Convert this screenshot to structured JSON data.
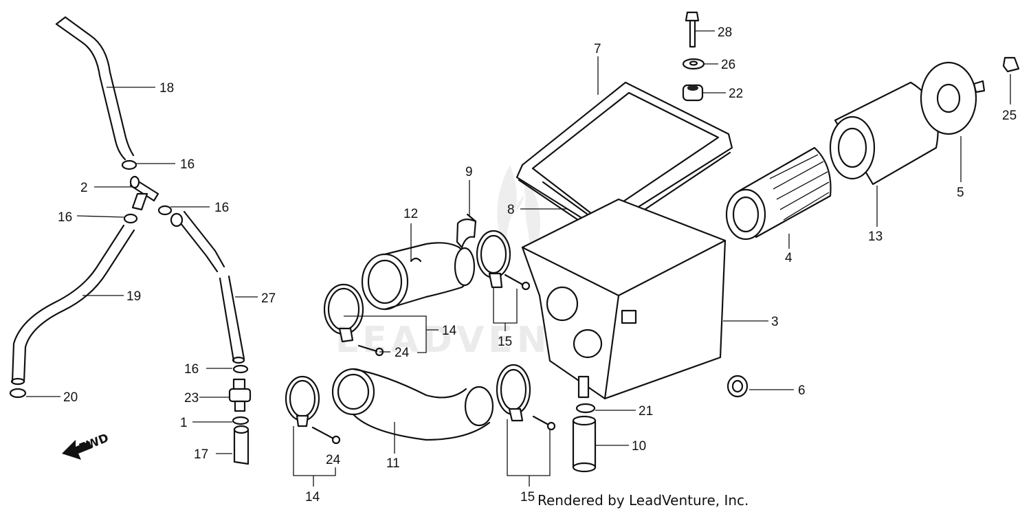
{
  "diagram": {
    "callouts": {
      "c1": "1",
      "c2": "2",
      "c3": "3",
      "c4": "4",
      "c5": "5",
      "c6": "6",
      "c7": "7",
      "c8": "8",
      "c9": "9",
      "c10": "10",
      "c11": "11",
      "c12": "12",
      "c13": "13",
      "c14a": "14",
      "c14b": "14",
      "c15a": "15",
      "c15b": "15",
      "c16a": "16",
      "c16b": "16",
      "c16c": "16",
      "c16d": "16",
      "c17": "17",
      "c18": "18",
      "c19": "19",
      "c20": "20",
      "c21": "21",
      "c22": "22",
      "c23": "23",
      "c24a": "24",
      "c24b": "24",
      "c25": "25",
      "c26": "26",
      "c27": "27",
      "c28": "28"
    },
    "direction_label": "FWD",
    "watermark": "LEADVENTURE",
    "credit": "Rendered by LeadVenture, Inc."
  }
}
